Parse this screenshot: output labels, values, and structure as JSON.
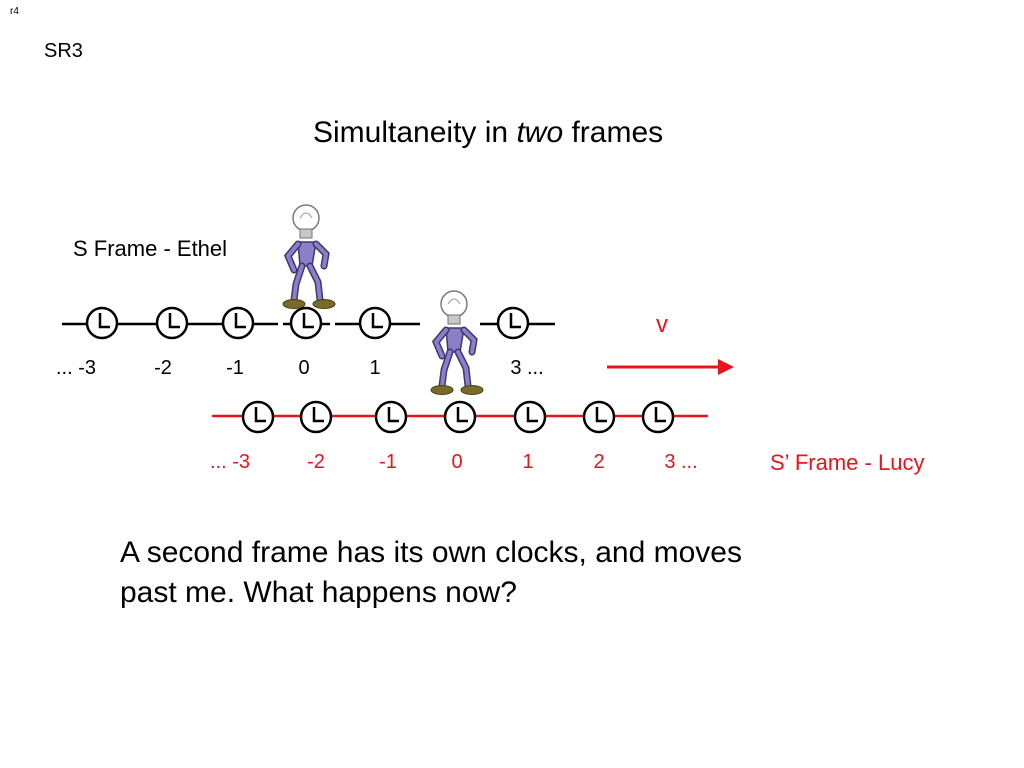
{
  "corner_label": "r4",
  "slide_id": "SR3",
  "title": {
    "before": "Simultaneity in ",
    "emphasis": "two",
    "after": " frames"
  },
  "s_frame": {
    "label": "S Frame - Ethel",
    "line_color": "#000000",
    "tick_labels": [
      "...  -3",
      "-2",
      "-1",
      "0",
      "1",
      "3  ..."
    ]
  },
  "s_prime_frame": {
    "label": "S’ Frame - Lucy",
    "line_color": "#e8141c",
    "tick_labels": [
      "...  -3",
      "-2",
      "-1",
      "0",
      "1",
      "2",
      "3  ..."
    ]
  },
  "velocity_label": "v",
  "body_text": {
    "line1": "A second frame has its own clocks, and moves",
    "line2": "past me.  What happens now?"
  },
  "icons": [
    "clock-icon",
    "lightbulb-robot-figure"
  ]
}
